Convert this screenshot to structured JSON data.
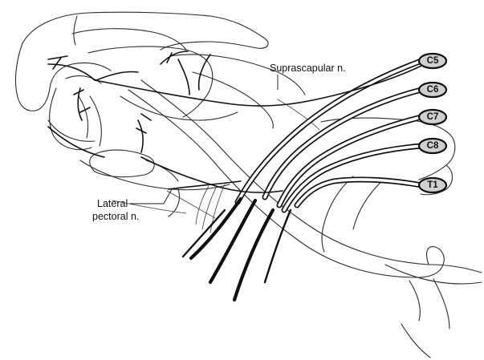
{
  "labels": {
    "suprascapular": "Suprascapular n.",
    "lateral_line1": "Lateral",
    "lateral_line2": "pectoral n."
  },
  "roots": [
    "C5",
    "C6",
    "C7",
    "C8",
    "T1"
  ],
  "colors": {
    "ink": "#111111",
    "root_fill": "#cfcfcf",
    "background": "#ffffff"
  }
}
